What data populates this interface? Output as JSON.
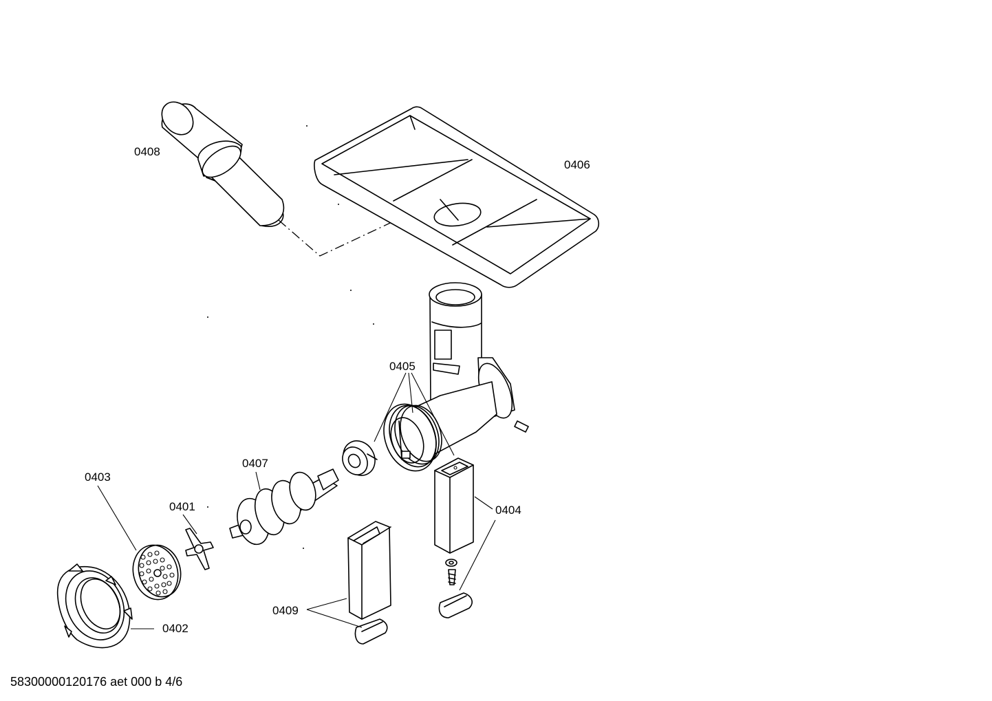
{
  "labels": {
    "p0401": "0401",
    "p0402": "0402",
    "p0403": "0403",
    "p0404": "0404",
    "p0405": "0405",
    "p0406": "0406",
    "p0407": "0407",
    "p0408": "0408",
    "p0409": "0409"
  },
  "footer": "58300000120176 aet 000 b 4/6"
}
